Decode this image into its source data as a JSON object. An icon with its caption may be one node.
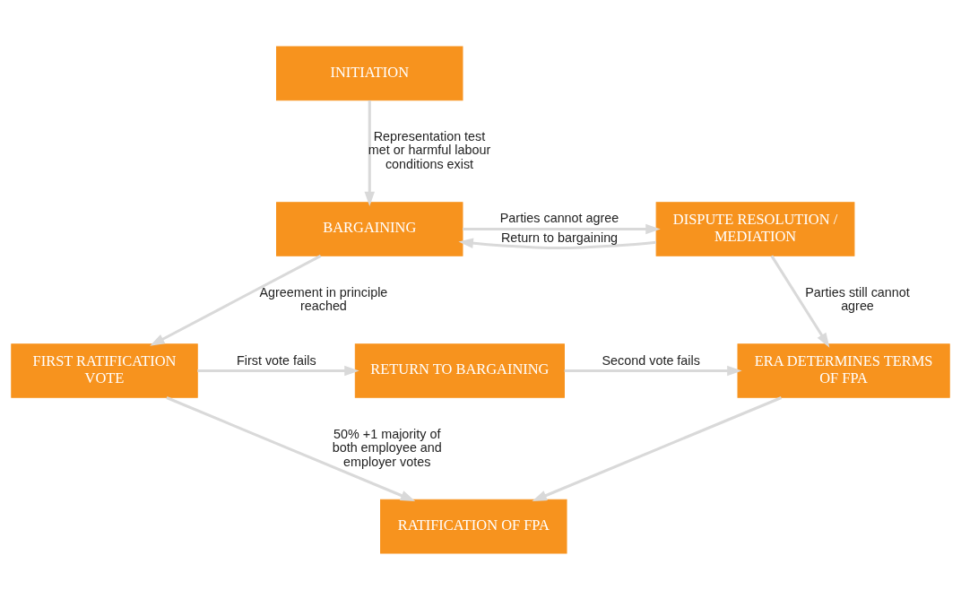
{
  "diagram": {
    "nodes": [
      {
        "text": [
          "INITIATION"
        ]
      },
      {
        "text": [
          "BARGAINING"
        ]
      },
      {
        "text": [
          "DISPUTE RESOLUTION / MEDIATION"
        ]
      },
      {
        "text": [
          "FIRST RATIFICATION VOTE"
        ]
      },
      {
        "text": [
          "RETURN TO BARGAINING"
        ]
      },
      {
        "text": [
          "ERA DETERMINES TERMS OF FPA"
        ]
      },
      {
        "text": [
          "RATIFICATION OF FPA"
        ]
      }
    ],
    "edges": [
      {
        "from": 0,
        "to": 1,
        "arrow": "to",
        "label": "Representation test met or harmful labour conditions exist"
      },
      {
        "from": 1,
        "to": 2,
        "arrow": "to",
        "label": "Parties cannot agree"
      },
      {
        "from": 2,
        "to": 1,
        "arrow": "to",
        "label": "Return to bargaining"
      },
      {
        "from": 1,
        "to": 3,
        "arrow": "to",
        "label": "Agreement in principle reached"
      },
      {
        "from": 2,
        "to": 5,
        "arrow": "to",
        "label": "Parties still cannot agree"
      },
      {
        "from": 3,
        "to": 4,
        "arrow": "to",
        "label": "First vote fails"
      },
      {
        "from": 4,
        "to": 5,
        "arrow": "to",
        "label": "Second vote fails"
      },
      {
        "from": 3,
        "to": 6,
        "arrow": "to",
        "label": "50% +1 majority of both employee and employer votes"
      },
      {
        "from": 5,
        "to": 6,
        "arrow": "to"
      }
    ]
  }
}
